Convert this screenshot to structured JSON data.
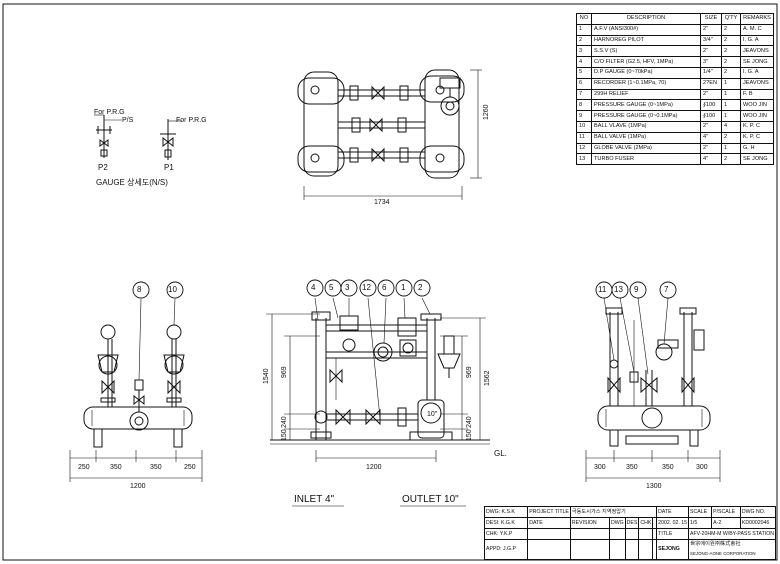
{
  "bom": {
    "headers": [
      "NO",
      "DESCRIPTION",
      "SIZE",
      "Q'TY",
      "REMARKS"
    ],
    "rows": [
      [
        "1",
        "A.F.V (ANSI300#)",
        "2\"",
        "2",
        "A. M. C"
      ],
      [
        "2",
        "HARNOREG PILOT",
        "3/4\"",
        "2",
        "I. G. A"
      ],
      [
        "3",
        "S.S.V (S)",
        "2\"",
        "2",
        "JEAVONS"
      ],
      [
        "4",
        "C/O FILTER (G2.5, HFV, 1MPa)",
        "3\"",
        "2",
        "SE JONG"
      ],
      [
        "5",
        "D.P GAUGE (0~70kPa)",
        "1/4\"",
        "2",
        "I. G. A"
      ],
      [
        "6",
        "RECORDER (1~0.1MPa, 70)",
        "2?EN",
        "1",
        "JEAVONS"
      ],
      [
        "7",
        "299H RELIEF",
        "2\"",
        "1",
        "F. B"
      ],
      [
        "8",
        "PRESSURE GAUGE (0~1MPa)",
        "∮100",
        "1",
        "WOO JIN"
      ],
      [
        "9",
        "PRESSURE GAUGE (0~0.1MPa)",
        "∮100",
        "1",
        "WOO JIN"
      ],
      [
        "10",
        "BALL VLAVE (1MPa)",
        "2\"",
        "4",
        "K. P. C"
      ],
      [
        "11",
        "BALL VALVE (1MPa)",
        "4\"",
        "2",
        "K. P. C"
      ],
      [
        "12",
        "GLOBE VALVE (2MPa)",
        "2\"",
        "1",
        "G. H"
      ],
      [
        "13",
        "TURBO FUSER",
        "4\"",
        "2",
        "SE JONG"
      ]
    ]
  },
  "gauge_detail": {
    "for_prg_1": "For P.R.G",
    "ps": "P/S",
    "for_prg_2": "For P.R.G",
    "p2": "P2",
    "p1": "P1",
    "title": "GAUGE 상세도(N/S)"
  },
  "plan_view": {
    "dim_width": "1734",
    "dim_height": "1260"
  },
  "left_view": {
    "balloons": [
      "8",
      "10"
    ],
    "dims": [
      "250",
      "350",
      "350",
      "250"
    ],
    "overall": "1200"
  },
  "front_view": {
    "balloons": [
      "4",
      "5",
      "3",
      "12",
      "6",
      "1",
      "2"
    ],
    "dims_left": [
      "1540",
      "969",
      "240",
      "150"
    ],
    "dims_right": [
      "1562",
      "969",
      "240",
      "150"
    ],
    "overall": "1200",
    "pipe_label": "10\"",
    "gl": "GL.",
    "inlet": "INLET 4\"",
    "outlet": "OUTLET 10\""
  },
  "right_view": {
    "balloons": [
      "11",
      "13",
      "9",
      "7"
    ],
    "dims": [
      "300",
      "350",
      "350",
      "300"
    ],
    "overall": "1300"
  },
  "title_block": {
    "dwg_label": "DWG: K.S.K",
    "desi_label": "DESI: K.G.K",
    "chk_label": "CHK: Y.K.P",
    "appd_label": "APPD: J.G.P",
    "project_title_label": "PROJECT TITLE",
    "project_title": "극동도시가스 지역정압기",
    "date_label": "DATE",
    "scale_label": "SCALE",
    "pscale_label": "P/SCALE",
    "dwg_no_label": "DWG NO.",
    "date": "2002. 02. 15",
    "scale": "1/5",
    "pscale": "A-2",
    "dwg_no": "KD0002046",
    "rev_date": "DATE",
    "revision": "REVISION",
    "dwg": "DWG",
    "des": "DES",
    "chk": "CHK",
    "title_label": "TITLE",
    "title": "AFV-20HM-M W/BY-PASS STATION",
    "company": "世宗에이원㈜株式會社",
    "company_en": "SEJONG-AONE CORPORATION",
    "logo": "SEJONG"
  }
}
